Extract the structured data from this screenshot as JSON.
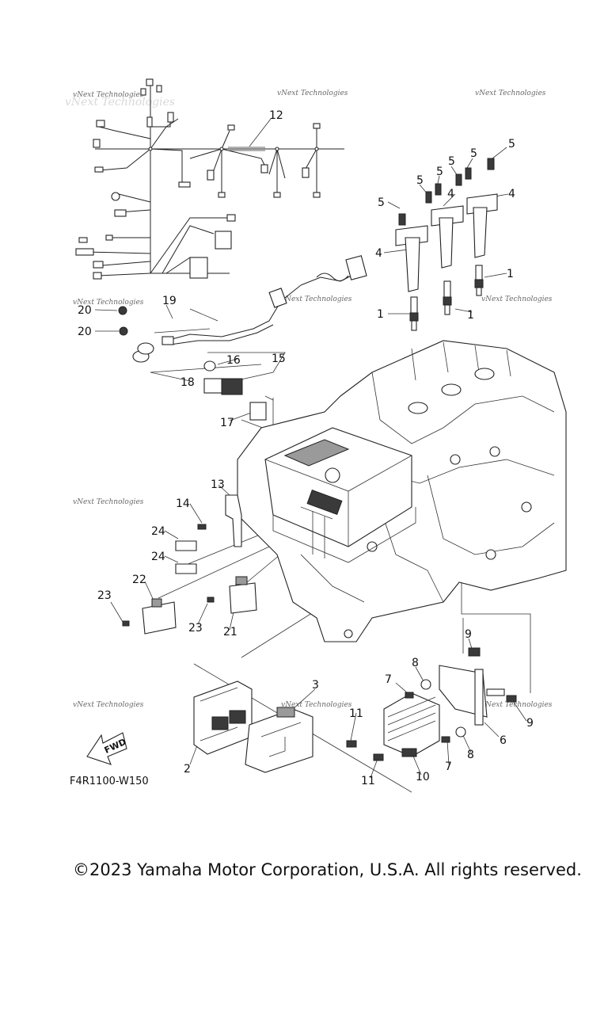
{
  "diagram": {
    "drawing_code": "F4R1100-W150",
    "forward_label": "FWD",
    "watermark_text": "vNext Technologies",
    "copyright": "©2023 Yamaha Motor Corporation, U.S.A. All rights reserved.",
    "callouts": [
      "1",
      "1",
      "1",
      "2",
      "3",
      "4",
      "4",
      "4",
      "5",
      "5",
      "5",
      "5",
      "5",
      "5",
      "6",
      "7",
      "7",
      "8",
      "8",
      "9",
      "9",
      "10",
      "11",
      "11",
      "12",
      "13",
      "14",
      "15",
      "16",
      "17",
      "18",
      "19",
      "20",
      "20",
      "21",
      "22",
      "23",
      "23",
      "24",
      "24"
    ]
  }
}
